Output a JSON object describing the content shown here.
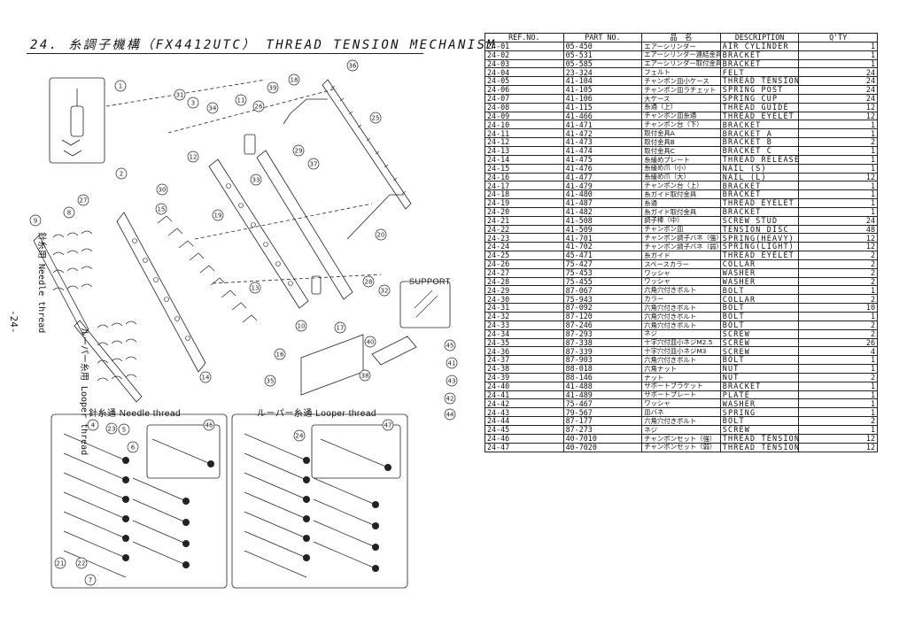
{
  "header": {
    "title": "24. 糸調子機構（FX4412UTC）  THREAD TENSION MECHANISM",
    "page_number": "-24-"
  },
  "diagram": {
    "callouts": [
      "1",
      "2",
      "3",
      "4",
      "5",
      "6",
      "7",
      "8",
      "9",
      "10",
      "11",
      "12",
      "13",
      "14",
      "15",
      "16",
      "17",
      "18",
      "19",
      "20",
      "21",
      "22",
      "23",
      "24",
      "25",
      "26",
      "27",
      "28",
      "29",
      "30",
      "31",
      "32",
      "33",
      "34",
      "35",
      "36",
      "37",
      "38",
      "39",
      "40",
      "41",
      "42",
      "43",
      "44",
      "45",
      "46",
      "47"
    ],
    "needle_side_label": "針糸用  Needle thread",
    "looper_side_label": "ルーパー糸用  Looper thread",
    "support_label": "SUPPORT",
    "panel_left_label": "針糸通  Needle thread",
    "panel_right_label": "ルーパー糸通  Looper thread"
  },
  "table": {
    "headers": {
      "ref": "REF.NO.",
      "part": "PART NO.",
      "jp": "品　名",
      "desc": "DESCRIPTION",
      "qty": "Q'TY"
    },
    "rows": [
      {
        "ref": "24-01",
        "part": "05-450",
        "jp": "エアーシリンダー",
        "desc": "AIR CYLINDER",
        "qty": "1"
      },
      {
        "ref": "24-02",
        "part": "05-531",
        "jp": "エアーシリンダー連結金具",
        "desc": "BRACKET",
        "qty": "1"
      },
      {
        "ref": "24-03",
        "part": "05-585",
        "jp": "エアーシリンダー取付金具",
        "desc": "BRACKET",
        "qty": "1"
      },
      {
        "ref": "24-04",
        "part": "23-324",
        "jp": "フェルト",
        "desc": "FELT",
        "qty": "24"
      },
      {
        "ref": "24-05",
        "part": "41-104",
        "jp": "チャンポン皿小ケース",
        "desc": "THREAD TENSION NUT",
        "qty": "24"
      },
      {
        "ref": "24-06",
        "part": "41-105",
        "jp": "チャンポン皿ラチェット",
        "desc": "SPRING POST",
        "qty": "24"
      },
      {
        "ref": "24-07",
        "part": "41-106",
        "jp": "大ケース",
        "desc": "SPRING CUP",
        "qty": "24"
      },
      {
        "ref": "24-08",
        "part": "41-115",
        "jp": "糸通（上）",
        "desc": "THREAD GUIDE",
        "qty": "12"
      },
      {
        "ref": "24-09",
        "part": "41-466",
        "jp": "チャンポン皿糸通",
        "desc": "THREAD EYELET",
        "qty": "12"
      },
      {
        "ref": "24-10",
        "part": "41-471",
        "jp": "チャンポン台（下）",
        "desc": "BRACKET",
        "qty": "1"
      },
      {
        "ref": "24-11",
        "part": "41-472",
        "jp": "取付金具A",
        "desc": "BRACKET A",
        "qty": "1"
      },
      {
        "ref": "24-12",
        "part": "41-473",
        "jp": "取付金具B",
        "desc": "BRACKET B",
        "qty": "2"
      },
      {
        "ref": "24-13",
        "part": "41-474",
        "jp": "取付金具C",
        "desc": "BRACKET C",
        "qty": "1"
      },
      {
        "ref": "24-14",
        "part": "41-475",
        "jp": "糸緩めプレート",
        "desc": "THREAD RELEASE PLATE",
        "qty": "1"
      },
      {
        "ref": "24-15",
        "part": "41-476",
        "jp": "糸緩め爪（小）",
        "desc": "NAIL (S)",
        "qty": "1"
      },
      {
        "ref": "24-16",
        "part": "41-477",
        "jp": "糸緩め爪（大）",
        "desc": "NAIL (L)",
        "qty": "12"
      },
      {
        "ref": "24-17",
        "part": "41-479",
        "jp": "チャンポン台（上）",
        "desc": "BRACKET",
        "qty": "1"
      },
      {
        "ref": "24-18",
        "part": "41-480",
        "jp": "糸ガイド取付金具",
        "desc": "BRACKET",
        "qty": "1"
      },
      {
        "ref": "24-19",
        "part": "41-487",
        "jp": "糸通",
        "desc": "THREAD EYELET",
        "qty": "1"
      },
      {
        "ref": "24-20",
        "part": "41-482",
        "jp": "糸ガイド取付金具",
        "desc": "BRACKET",
        "qty": "1"
      },
      {
        "ref": "24-21",
        "part": "41-508",
        "jp": "調子棒（中）",
        "desc": "SCREW STUD",
        "qty": "24"
      },
      {
        "ref": "24-22",
        "part": "41-509",
        "jp": "チャンポン皿",
        "desc": "TENSION DISC",
        "qty": "48"
      },
      {
        "ref": "24-23",
        "part": "41-701",
        "jp": "チャンポン調子バネ（強）",
        "desc": "SPRING(HEAVY)",
        "qty": "12"
      },
      {
        "ref": "24-24",
        "part": "41-702",
        "jp": "チャンポン調子バネ（弱）",
        "desc": "SPRING(LIGHT)",
        "qty": "12"
      },
      {
        "ref": "24-25",
        "part": "45-471",
        "jp": "糸ガイド",
        "desc": "THREAD EYELET",
        "qty": "2"
      },
      {
        "ref": "24-26",
        "part": "75-427",
        "jp": "スペースカラー",
        "desc": "COLLAR",
        "qty": "2"
      },
      {
        "ref": "24-27",
        "part": "75-453",
        "jp": "ワッシャ",
        "desc": "WASHER",
        "qty": "2"
      },
      {
        "ref": "24-28",
        "part": "75-455",
        "jp": "ワッシャ",
        "desc": "WASHER",
        "qty": "2"
      },
      {
        "ref": "24-29",
        "part": "87-067",
        "jp": "六角穴付きボルト",
        "desc": "BOLT",
        "qty": "1"
      },
      {
        "ref": "24-30",
        "part": "75-943",
        "jp": "カラー",
        "desc": "COLLAR",
        "qty": "2"
      },
      {
        "ref": "24-31",
        "part": "87-092",
        "jp": "六角穴付きボルト",
        "desc": "BOLT",
        "qty": "10"
      },
      {
        "ref": "24-32",
        "part": "87-120",
        "jp": "六角穴付きボルト",
        "desc": "BOLT",
        "qty": "1"
      },
      {
        "ref": "24-33",
        "part": "87-246",
        "jp": "六角穴付きボルト",
        "desc": "BOLT",
        "qty": "2"
      },
      {
        "ref": "24-34",
        "part": "87-293",
        "jp": "ネジ",
        "desc": "SCREW",
        "qty": "2"
      },
      {
        "ref": "24-35",
        "part": "87-338",
        "jp": "十字穴付皿小ネジM2.5",
        "desc": "SCREW",
        "qty": "26"
      },
      {
        "ref": "24-36",
        "part": "87-339",
        "jp": "十字穴付皿小ネジM3",
        "desc": "SCREW",
        "qty": "4"
      },
      {
        "ref": "24-37",
        "part": "87-903",
        "jp": "六角穴付きボルト",
        "desc": "BOLT",
        "qty": "1"
      },
      {
        "ref": "24-38",
        "part": "88-018",
        "jp": "六角ナット",
        "desc": "NUT",
        "qty": "1"
      },
      {
        "ref": "24-39",
        "part": "88-146",
        "jp": "ナット",
        "desc": "NUT",
        "qty": "2"
      },
      {
        "ref": "24-40",
        "part": "41-488",
        "jp": "サポートブラケット",
        "desc": "BRACKET",
        "qty": "1"
      },
      {
        "ref": "24-41",
        "part": "41-489",
        "jp": "サポートプレート",
        "desc": "PLATE",
        "qty": "1"
      },
      {
        "ref": "24-42",
        "part": "75-467",
        "jp": "ワッシャ",
        "desc": "WASHER",
        "qty": "1"
      },
      {
        "ref": "24-43",
        "part": "79-567",
        "jp": "皿バネ",
        "desc": "SPRING",
        "qty": "1"
      },
      {
        "ref": "24-44",
        "part": "87-177",
        "jp": "六角穴付きボルト",
        "desc": "BOLT",
        "qty": "2"
      },
      {
        "ref": "24-45",
        "part": "87-273",
        "jp": "ネジ",
        "desc": "SCREW",
        "qty": "1"
      },
      {
        "ref": "24-46",
        "part": "40-7010",
        "jp": "チャンポンセット（強）",
        "desc": "THREAD TENSION SET(HEAVE)",
        "qty": "12"
      },
      {
        "ref": "24-47",
        "part": "40-7020",
        "jp": "チャンポンセット（弱）",
        "desc": "THREAD TENSION SET(LIGHT)",
        "qty": "12"
      }
    ]
  }
}
